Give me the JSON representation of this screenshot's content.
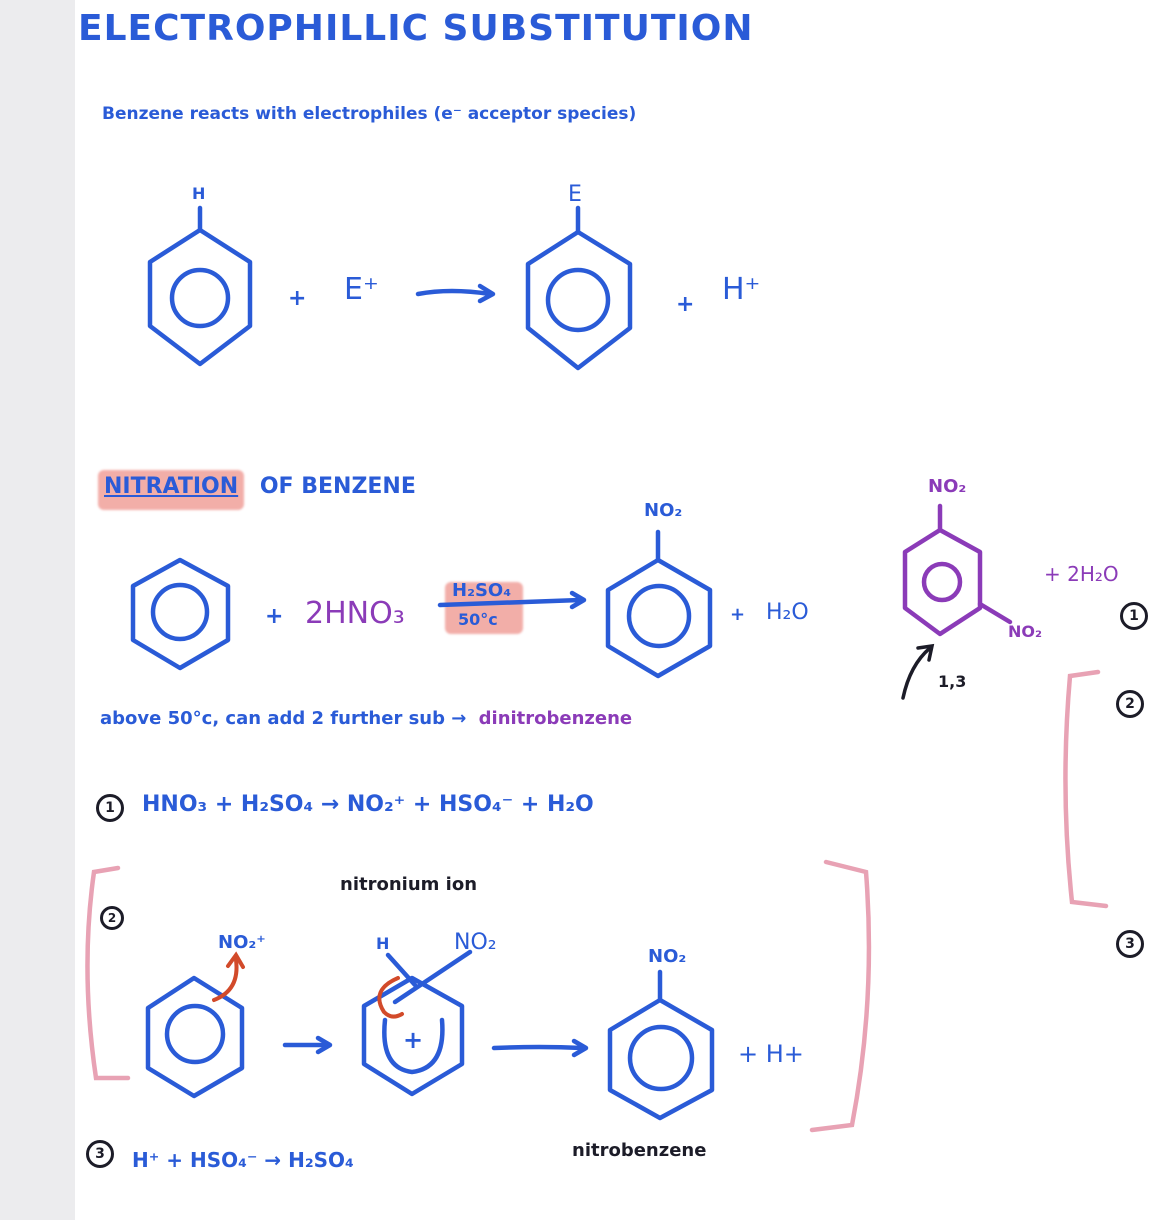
{
  "colors": {
    "blue": "#2a5bd7",
    "purple": "#8b3bb8",
    "dark": "#1c1c28",
    "red": "#d24a2a",
    "pink": "#e8a2b4",
    "highlight": "#f0a09a"
  },
  "title": "ELECTROPHILLIC SUBSTITUTION",
  "intro": "Benzene reacts with electrophiles (e⁻ acceptor species)",
  "general": {
    "h": "H",
    "e": "E",
    "plus1": "+",
    "eplus": "E⁺",
    "plus2": "+",
    "hplus": "H⁺"
  },
  "nitration": {
    "heading_a": "NITRATION",
    "heading_b": "OF BENZENE",
    "plus1": "+",
    "reagent": "2HNO₃",
    "catalyst": "H₂SO₄",
    "temp": "50°c",
    "product_group": "NO₂",
    "plus2": "+",
    "water": "H₂O",
    "side_top": "NO₂",
    "side_right": "NO₂",
    "side_plus": "+ 2H₂O",
    "positions": "1,3",
    "note_a": "above 50°c, can add 2 further sub →",
    "note_b": "dinitrobenzene"
  },
  "step1": {
    "num": "1",
    "eq": "HNO₃ + H₂SO₄ → NO₂⁺ + HSO₄⁻ + H₂O"
  },
  "step2": {
    "num": "2",
    "label": "nitronium ion",
    "electrophile": "NO₂⁺",
    "inter_h": "H",
    "inter_no2": "NO₂",
    "charge": "+",
    "product_group": "NO₂",
    "hplus": "+ H+",
    "product_name": "nitrobenzene"
  },
  "step3": {
    "num": "3",
    "eq": "H⁺ + HSO₄⁻ → H₂SO₄"
  },
  "right_margin": {
    "n1": "1",
    "n2": "2",
    "n3": "3"
  }
}
